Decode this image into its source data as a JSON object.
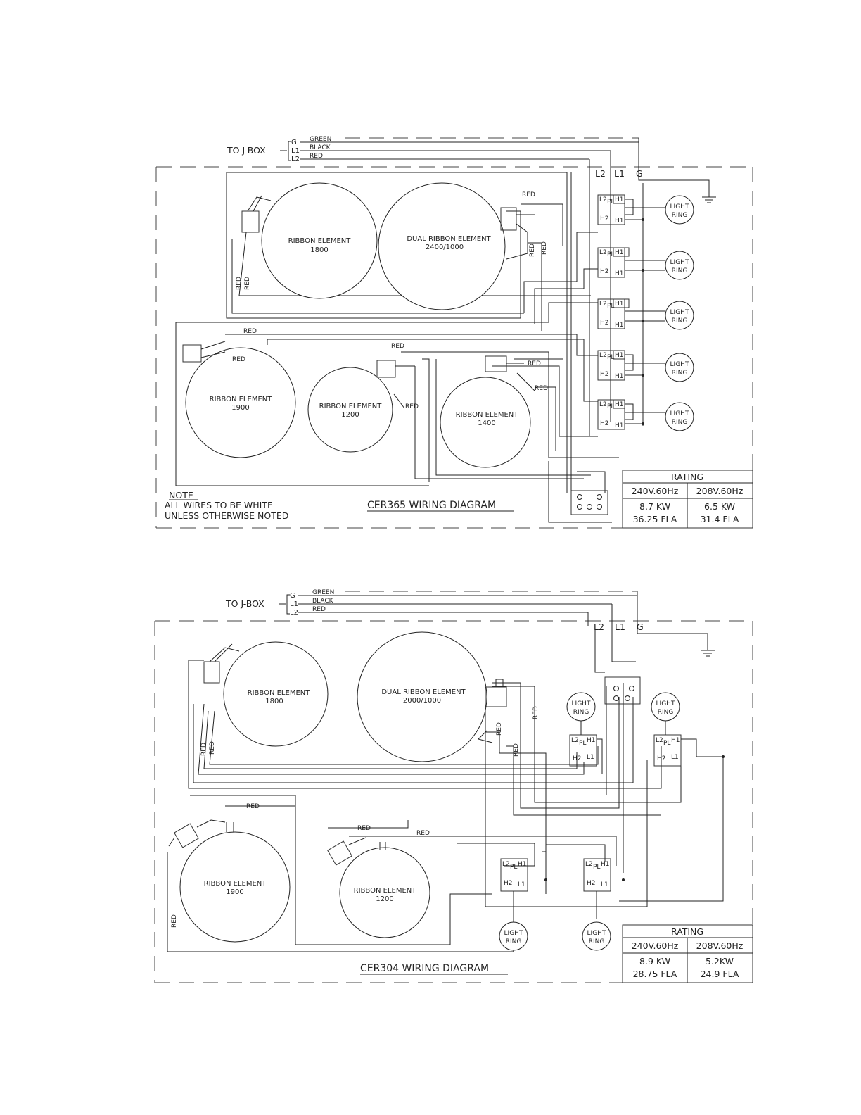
{
  "common": {
    "to_jbox": "TO J-BOX",
    "conductors": [
      "G",
      "L1",
      "L2"
    ],
    "wire_colors": [
      "GREEN",
      "BLACK",
      "RED"
    ],
    "bus_labels": [
      "L2",
      "L1",
      "G"
    ],
    "wire_red": "RED",
    "ribbon_element": "RIBBON ELEMENT",
    "dual_ribbon_element": "DUAL RIBBON ELEMENT",
    "light": "LIGHT",
    "ring": "RING",
    "switch_terms": {
      "l2": "L2",
      "pl": "PL",
      "h1": "H1",
      "h2": "H2",
      "l1": "L1"
    },
    "rating_title": "RATING",
    "col_240": "240V.60Hz",
    "col_208": "208V.60Hz"
  },
  "diagram1": {
    "title": "CER365  WIRING DIAGRAM",
    "note_title": "NOTE",
    "note_line1": "ALL WIRES TO BE WHITE",
    "note_line2": "UNLESS OTHERWISE NOTED",
    "elements": [
      "1800",
      "2400/1000",
      "1900",
      "1200",
      "1400"
    ],
    "rating_240_kw": "8.7  KW",
    "rating_240_fla": "36.25  FLA",
    "rating_208_kw": "6.5  KW",
    "rating_208_fla": "31.4  FLA"
  },
  "diagram2": {
    "title": "CER304  WIRING DIAGRAM",
    "elements": [
      "1800",
      "2000/1000",
      "1900",
      "1200"
    ],
    "rating_240_kw": "8.9  KW",
    "rating_240_fla": "28.75  FLA",
    "rating_208_kw": "5.2KW",
    "rating_208_fla": "24.9  FLA"
  },
  "colors": {
    "line": "#222222",
    "footer_rule": "#2a3fa8"
  }
}
